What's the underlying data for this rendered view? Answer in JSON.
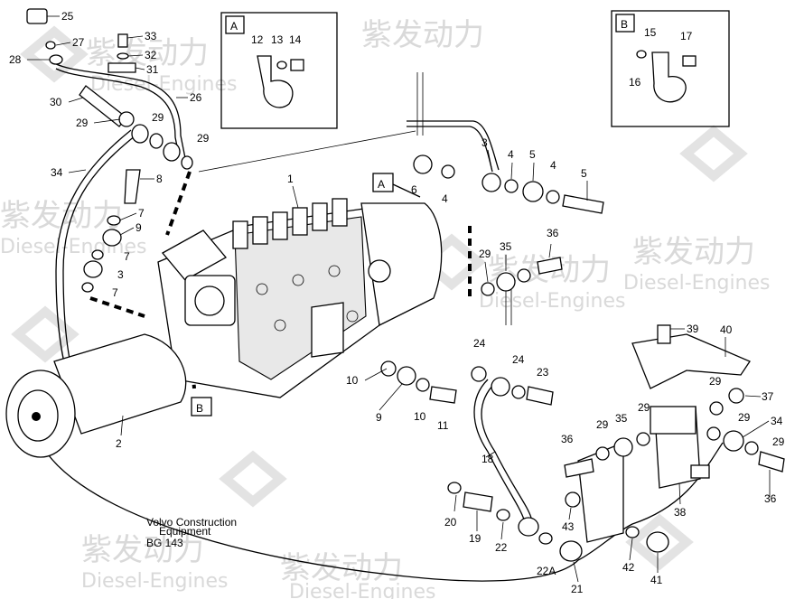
{
  "watermark": {
    "text_cn": "紫发动力",
    "text_en": "Diesel-Engines",
    "color": "#d9d9d9"
  },
  "caption": {
    "line1": "Volvo Construction",
    "line2": "Equipment",
    "ref": "BG 143"
  },
  "detail_a": {
    "title": "A",
    "labels": [
      "12",
      "13",
      "14"
    ]
  },
  "detail_b": {
    "title": "B",
    "labels": [
      "15",
      "17",
      "16"
    ]
  },
  "view_markers": {
    "a": "A",
    "b": "B"
  },
  "callouts": [
    "25",
    "27",
    "28",
    "33",
    "32",
    "31",
    "30",
    "26",
    "29",
    "29",
    "29",
    "34",
    "8",
    "7",
    "9",
    "7",
    "3",
    "7",
    "1",
    "3",
    "4",
    "5",
    "4",
    "5",
    "6",
    "4",
    "29",
    "35",
    "36",
    "24",
    "24",
    "23",
    "10",
    "9",
    "10",
    "11",
    "18",
    "36",
    "29",
    "35",
    "29",
    "39",
    "40",
    "29",
    "37",
    "29",
    "34",
    "29",
    "36",
    "2",
    "20",
    "19",
    "22",
    "22A",
    "21",
    "43",
    "38",
    "42",
    "41"
  ]
}
